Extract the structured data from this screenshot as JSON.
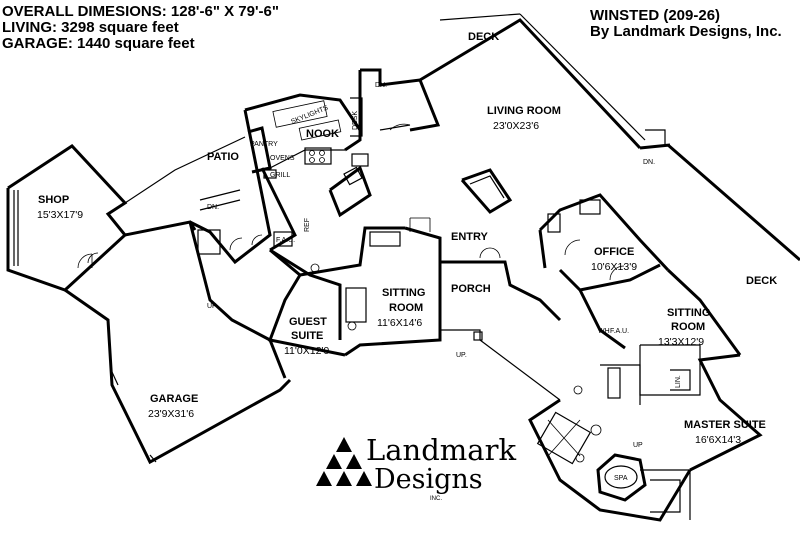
{
  "header": {
    "overall_dimensions": "OVERALL DIMESIONS: 128'-6\" X 79'-6\"",
    "living": "LIVING: 3298 square feet",
    "garage": "GARAGE: 1440 square feet",
    "plan_name": "WINSTED (209-26)",
    "designer": "By Landmark Designs, Inc."
  },
  "rooms": {
    "shop": {
      "name": "SHOP",
      "dims": "15'3X17'9"
    },
    "garage": {
      "name": "GARAGE",
      "dims": "23'9X31'6"
    },
    "patio": {
      "name": "PATIO"
    },
    "nook": {
      "name": "NOOK"
    },
    "living_room": {
      "name": "LIVING ROOM",
      "dims": "23'0X23'6"
    },
    "entry": {
      "name": "ENTRY"
    },
    "porch": {
      "name": "PORCH"
    },
    "sitting_room_1": {
      "name": "SITTING",
      "name2": "ROOM",
      "dims": "11'6X14'6"
    },
    "guest_suite": {
      "name": "GUEST",
      "name2": "SUITE",
      "dims": "11'0X12'0"
    },
    "office": {
      "name": "OFFICE",
      "dims": "10'6X13'9"
    },
    "sitting_room_2": {
      "name": "SITTING",
      "name2": "ROOM",
      "dims": "13'3X12'9"
    },
    "master_suite": {
      "name": "MASTER SUITE",
      "dims": "16'6X14'3"
    },
    "deck_top": {
      "name": "DECK"
    },
    "deck_right": {
      "name": "DECK"
    }
  },
  "small_labels": {
    "dn1": "DN.",
    "dn2": "DN.",
    "dn3": "DN.",
    "up1": "UP.",
    "up2": "UP.",
    "up3": "UP",
    "desk": "DESK",
    "skylights": "SKYLIGHTS",
    "pantry": "PANTRY",
    "ovens": "OVENS",
    "grill": "GRILL",
    "fau1": "F.A.U.",
    "fau2": "F.A.U.",
    "ref": "REF",
    "wh": "WH",
    "lin": "LIN.",
    "spa": "SPA"
  },
  "logo": {
    "line1": "Landmark",
    "line2": "Designs",
    "inc": "INC."
  }
}
